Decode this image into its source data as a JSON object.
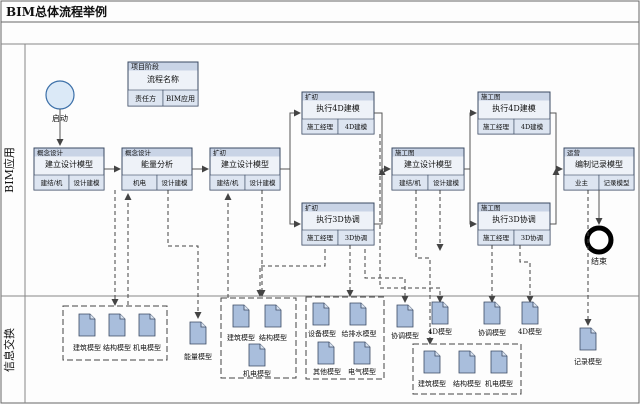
{
  "title": "BIM总体流程举例",
  "lanes": {
    "bim_app": "BIM应用",
    "info_exchange": "信息交换"
  },
  "legend": {
    "stage": "项目阶段",
    "name": "流程名称",
    "party": "责任方",
    "app": "BIM应用"
  },
  "events": {
    "start": "启动",
    "end": "结束"
  },
  "boxes": [
    {
      "stage": "概念设计",
      "name": "建立设计模型",
      "party": "建结/机",
      "app": "设计建模"
    },
    {
      "stage": "概念设计",
      "name": "能量分析",
      "party": "机电",
      "app": "设计建模"
    },
    {
      "stage": "扩初",
      "name": "建立设计模型",
      "party": "建结/机",
      "app": "设计建模"
    },
    {
      "stage": "扩初",
      "name": "执行4D建模",
      "party": "施工经理",
      "app": "4D建模"
    },
    {
      "stage": "扩初",
      "name": "执行3D协调",
      "party": "施工经理",
      "app": "3D协调"
    },
    {
      "stage": "施工图",
      "name": "建立设计模型",
      "party": "建结/机",
      "app": "设计建模"
    },
    {
      "stage": "施工图",
      "name": "执行4D建模",
      "party": "施工经理",
      "app": "4D建模"
    },
    {
      "stage": "施工图",
      "name": "执行3D协调",
      "party": "施工经理",
      "app": "3D协调"
    },
    {
      "stage": "运营",
      "name": "编制记录模型",
      "party": "业主",
      "app": "记录模型"
    }
  ],
  "docs": {
    "g1": [
      "建筑模型",
      "结构模型",
      "机电模型"
    ],
    "energy": "能量模型",
    "g2": [
      "建筑模型",
      "结构模型",
      "机电模型"
    ],
    "g3": [
      "设备模型",
      "给排水模型",
      "其他模型",
      "电气模型"
    ],
    "coord1": "协调模型",
    "model4d_1": "4D模型",
    "g4": [
      "建筑模型",
      "结构模型",
      "机电模型"
    ],
    "coord2": "协调模型",
    "model4d_2": "4D模型",
    "record": "记录模型"
  }
}
